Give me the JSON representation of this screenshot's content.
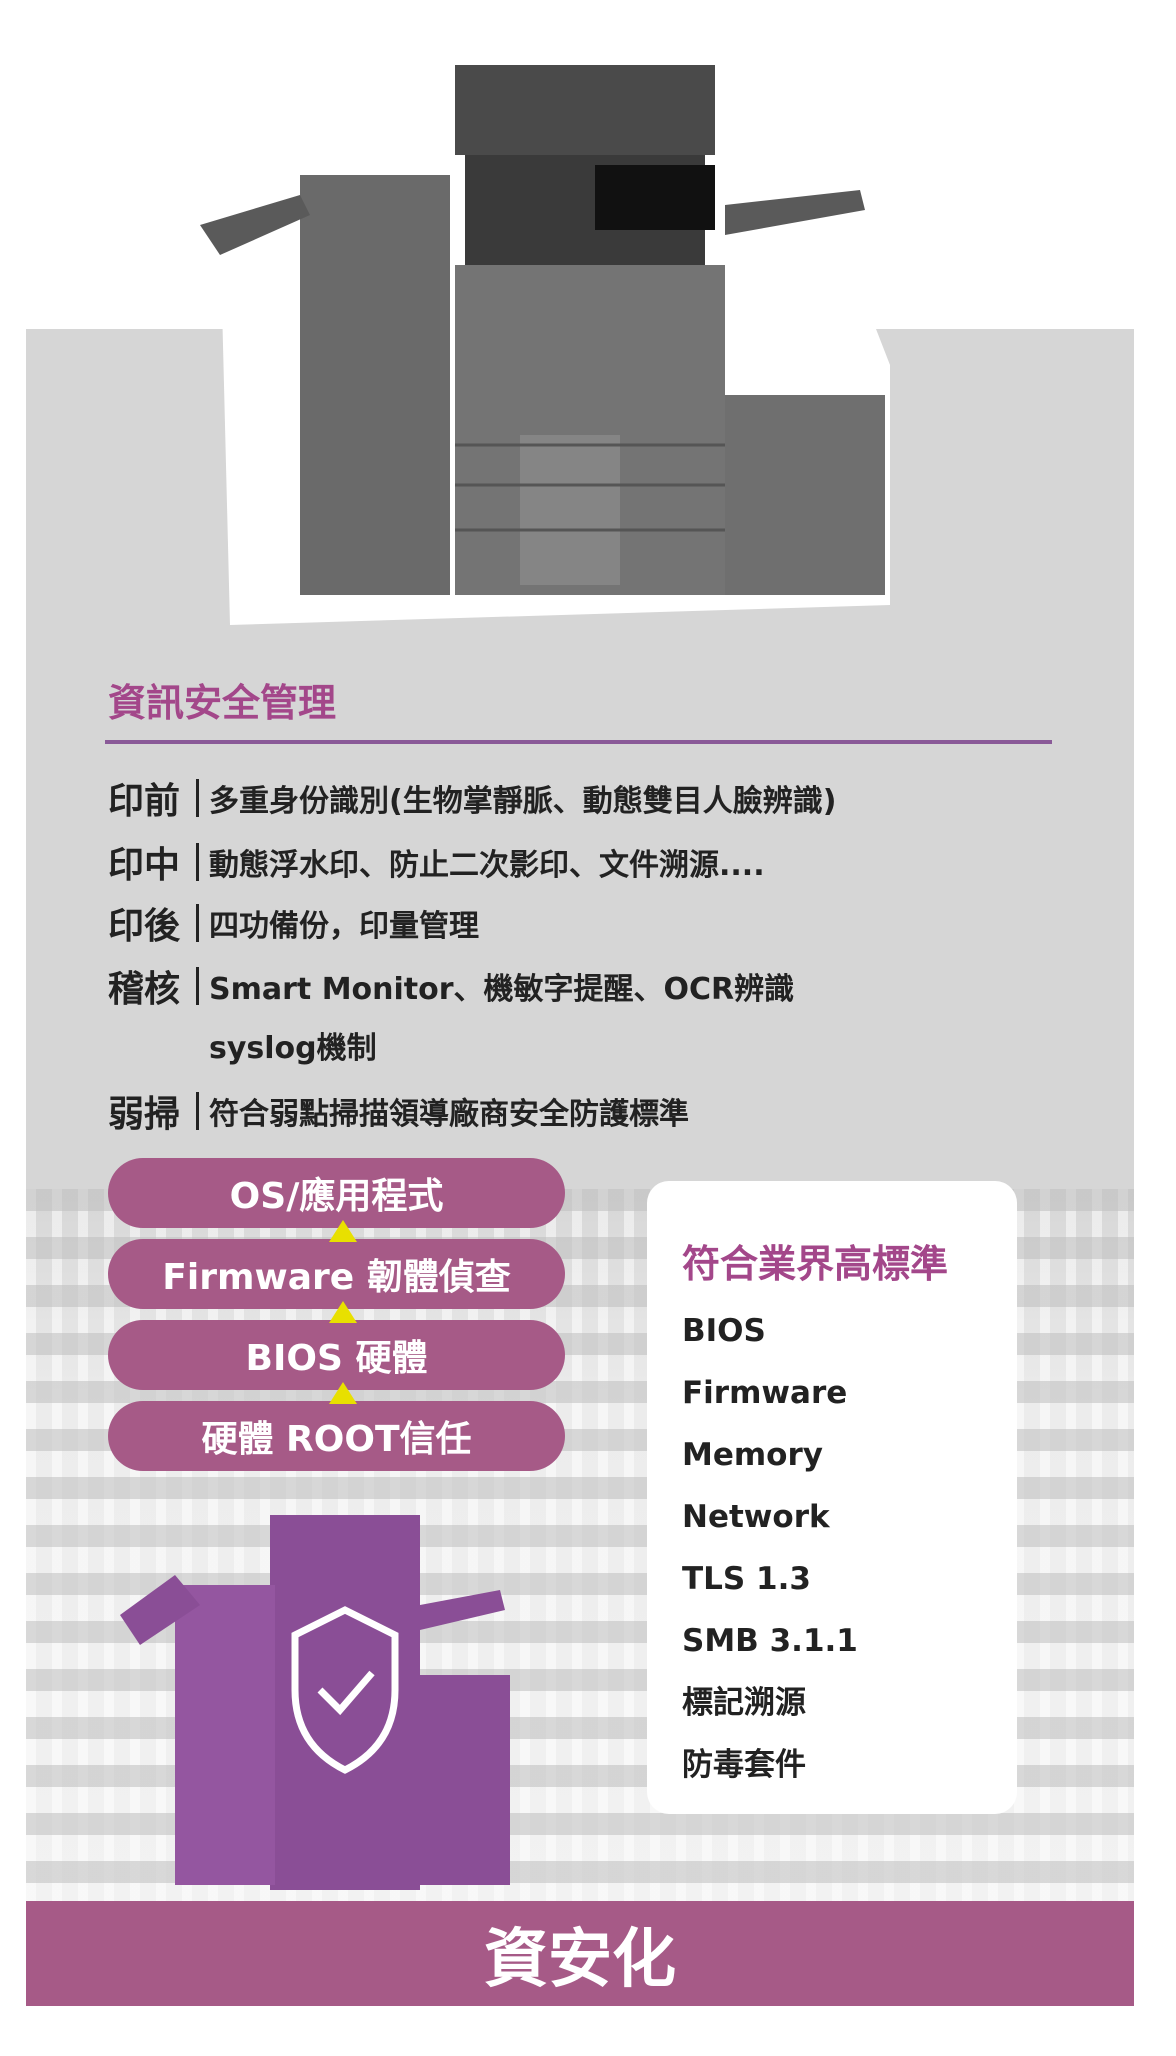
{
  "section": {
    "title": "資訊安全管理",
    "accent": "#a3478a",
    "rows": [
      {
        "key": "印前",
        "value": "多重身份識別(生物掌靜脈、動態雙目人臉辨識)"
      },
      {
        "key": "印中",
        "value": "動態浮水印、防止二次影印、文件溯源...."
      },
      {
        "key": "印後",
        "value": "四功備份，印量管理"
      },
      {
        "key": "稽核",
        "value": "Smart Monitor、機敏字提醒、OCR辨識"
      },
      {
        "key": "",
        "value": "syslog機制"
      },
      {
        "key": "弱掃",
        "value": "符合弱點掃描領導廠商安全防護標準"
      }
    ]
  },
  "stack": {
    "color": "#a65a87",
    "arrow_color": "#e8e000",
    "layers": [
      "OS/應用程式",
      "Firmware 韌體偵查",
      "BIOS 硬體",
      "硬體 ROOT信任"
    ]
  },
  "standards": {
    "title": "符合業界高標準",
    "items": [
      "BIOS",
      "Firmware",
      "Memory",
      "Network",
      "TLS 1.3",
      "SMB 3.1.1",
      "標記溯源",
      "防毒套件"
    ]
  },
  "banner": {
    "label": "資安化"
  },
  "icons": {
    "product": "printer-image",
    "secure": "shield-check-icon"
  }
}
